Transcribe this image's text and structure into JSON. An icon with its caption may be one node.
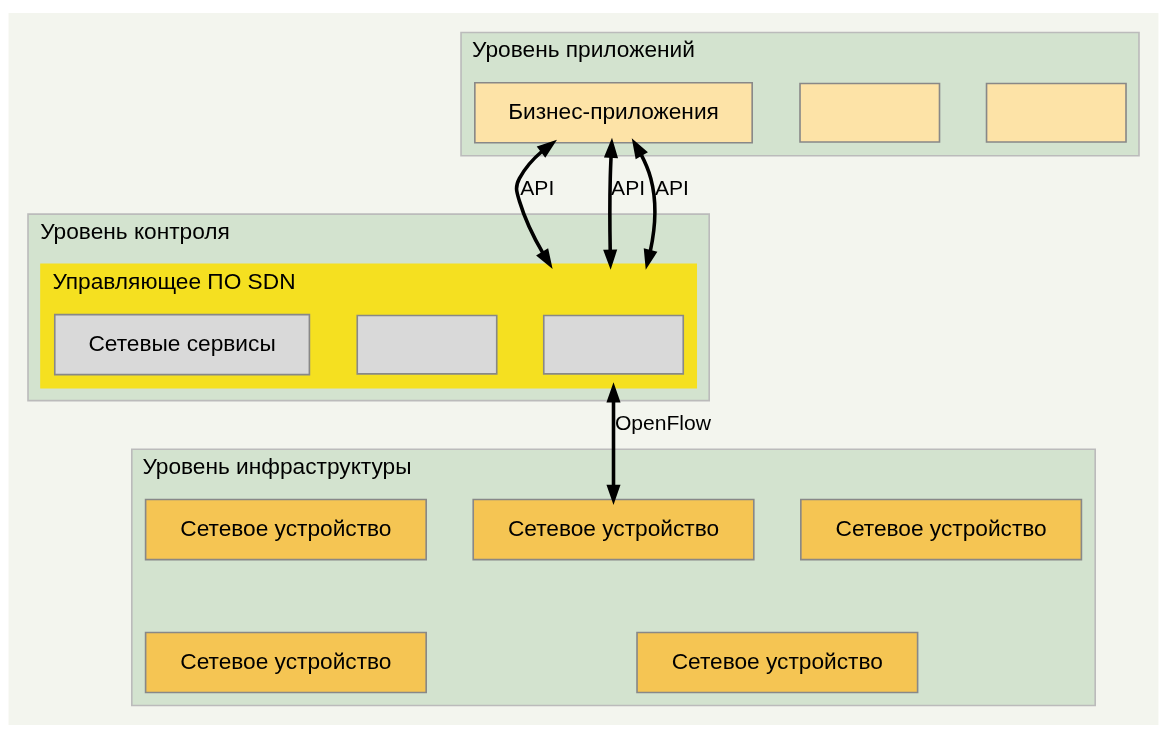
{
  "diagram": {
    "nodes": [
      {
        "text": [
          "Уровень приложений"
        ]
      },
      {
        "text": [],
        "shape": "box",
        "in": 0
      },
      {
        "text": [],
        "shape": "box",
        "in": 0
      },
      {
        "text": [
          "Бизнес-приложения"
        ],
        "in": 0
      },
      {
        "text": [
          "Уровень контроля"
        ]
      },
      {
        "text": [
          "Управляющее ПО SDN"
        ],
        "in": 4
      },
      {
        "text": [],
        "shape": "box",
        "in": 5
      },
      {
        "text": [],
        "shape": "box",
        "in": 5
      },
      {
        "text": [
          "Сетевые сервисы"
        ],
        "in": 5
      },
      {
        "text": [
          "Уровень инфраструктуры"
        ]
      },
      {
        "text": [
          "Сетевое устройство"
        ],
        "in": 9
      },
      {
        "text": [
          "Сетевое устройство"
        ],
        "in": 9
      },
      {
        "text": [
          "Сетевое устройство"
        ],
        "in": 9
      },
      {
        "text": [
          "Сетевое устройство"
        ],
        "in": 9
      },
      {
        "text": [
          "Сетевое устройство"
        ],
        "in": 9
      }
    ],
    "edges": [
      {
        "from": 3,
        "to": 5,
        "arrow": "both",
        "label": "API"
      },
      {
        "from": 3,
        "to": 5,
        "arrow": "both",
        "label": "API"
      },
      {
        "from": 3,
        "to": 5,
        "arrow": "both",
        "label": "API"
      },
      {
        "from": 5,
        "to": 11,
        "arrow": "both",
        "label": "OpenFlow"
      }
    ]
  }
}
